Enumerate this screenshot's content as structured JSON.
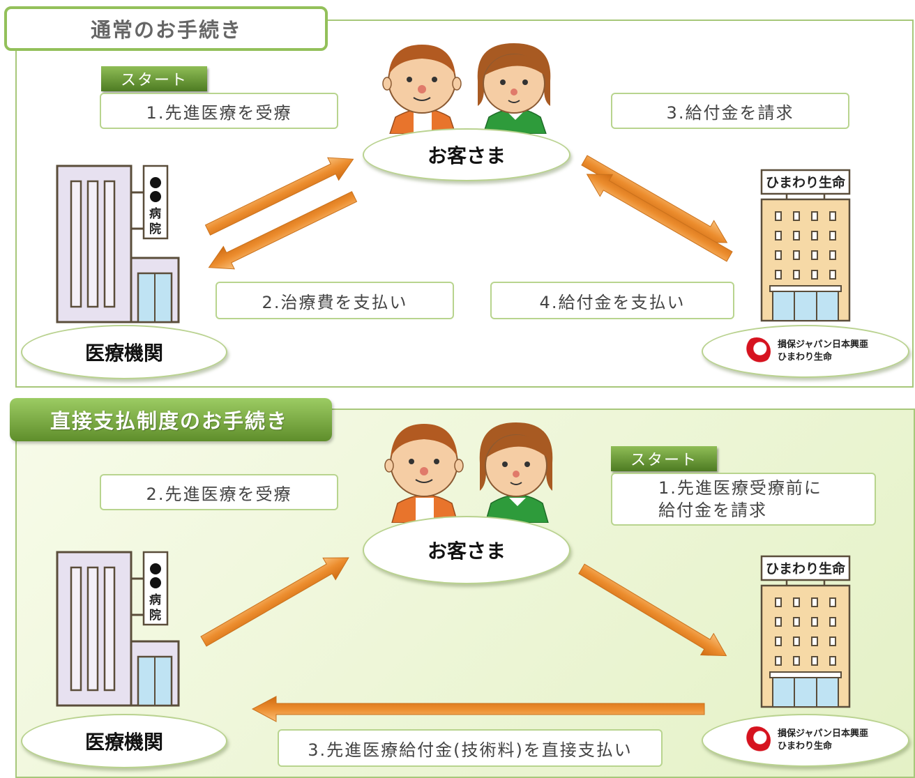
{
  "colors": {
    "accent_green": "#93c05a",
    "arrow_orange": "#e88a2a",
    "brand_red": "#d6131f"
  },
  "icons": {
    "hospital": "hospital-building-icon",
    "insurer": "office-building-icon",
    "customers": "customer-couple-icon",
    "arrow": "arrow-icon"
  },
  "normal": {
    "title": "通常のお手続き",
    "start": "スタート",
    "steps": {
      "s1": "1.先進医療を受療",
      "s2": "2.治療費を支払い",
      "s3": "3.給付金を請求",
      "s4": "4.給付金を支払い"
    },
    "customer": "お客さま",
    "hospital": "医療機関"
  },
  "direct": {
    "title": "直接支払制度のお手続き",
    "start": "スタート",
    "steps": {
      "s1_line1": "1.先進医療受療前に",
      "s1_line2": "給付金を請求",
      "s2": "2.先進医療を受療",
      "s3": "3.先進医療給付金(技術料)を直接支払い"
    },
    "customer": "お客さま",
    "hospital": "医療機関"
  },
  "hospital_sign": [
    "病",
    "院"
  ],
  "insurer_sign": "ひまわり生命",
  "brand": {
    "line1": "損保ジャパン日本興亜",
    "line2": "ひまわり生命"
  }
}
